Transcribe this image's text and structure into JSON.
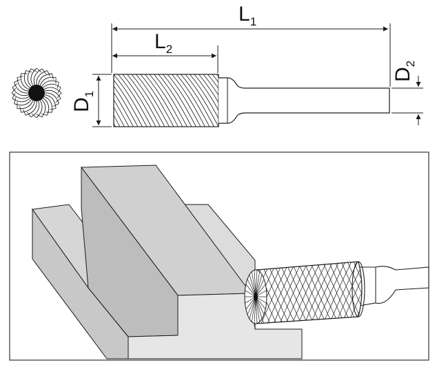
{
  "dimensions": {
    "overall_length": {
      "letter": "L",
      "subscript": "1"
    },
    "head_length": {
      "letter": "L",
      "subscript": "2"
    },
    "head_diameter": {
      "letter": "D",
      "subscript": "1"
    },
    "shank_diameter": {
      "letter": "D",
      "subscript": "2"
    }
  },
  "colors": {
    "line": "#1a1a1a",
    "block_face_light": "#e4e4e4",
    "block_face_top": "#d2d2d2",
    "block_face_dark": "#b8b8b8",
    "panel_border": "#333333"
  },
  "icons": {
    "end_view": "burr-end-view-icon",
    "application": "burr-cutting-workpiece-illustration"
  }
}
